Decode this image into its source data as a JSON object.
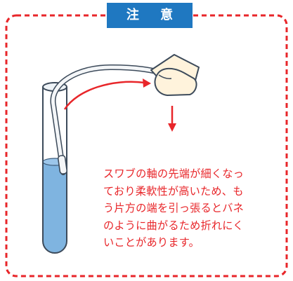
{
  "badge": {
    "label": "注 意"
  },
  "note": {
    "lines": [
      "スワブの軸の先端が細くなっ",
      "ており柔軟性が高いため、も",
      "う片方の端を引っ張るとバネ",
      "のように曲がるため折れにく",
      "いことがあります。"
    ]
  },
  "colors": {
    "border": "#e8262a",
    "badge_bg": "#1f78c1",
    "liquid": "#7fb4e0",
    "arrow": "#e8262a",
    "note_text": "#e8262a"
  }
}
